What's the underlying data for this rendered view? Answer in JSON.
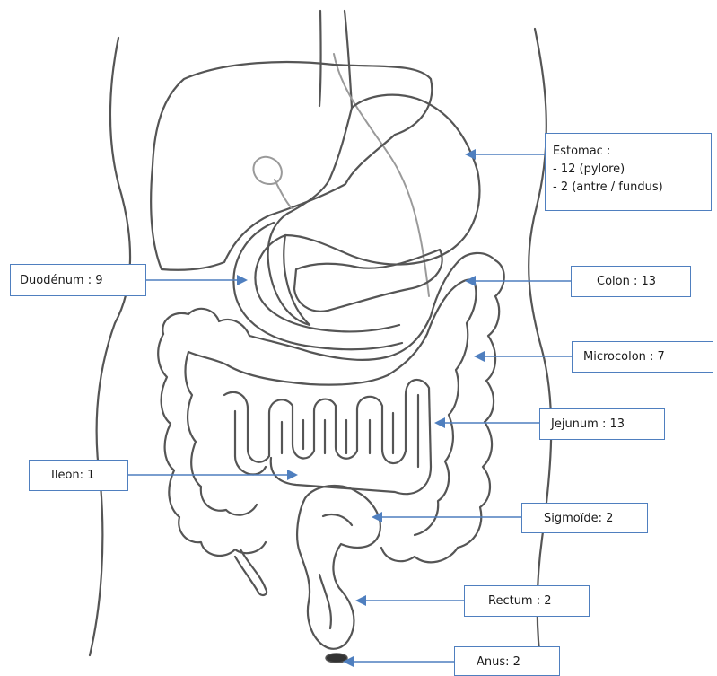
{
  "labels": {
    "estomac": {
      "title": "Estomac :",
      "line1": "- 12 (pylore)",
      "line2": "- 2 (antre / fundus)"
    },
    "duodenum": "Duodénum : 9",
    "colon": "Colon : 13",
    "microcolon": "Microcolon : 7",
    "jejunum": "Jejunum : 13",
    "ileon": "Ileon: 1",
    "sigmoide": "Sigmoïde: 2",
    "rectum": "Rectum : 2",
    "anus": "Anus: 2"
  },
  "colors": {
    "callout": "#4f7fbf",
    "outline": "#555555"
  }
}
